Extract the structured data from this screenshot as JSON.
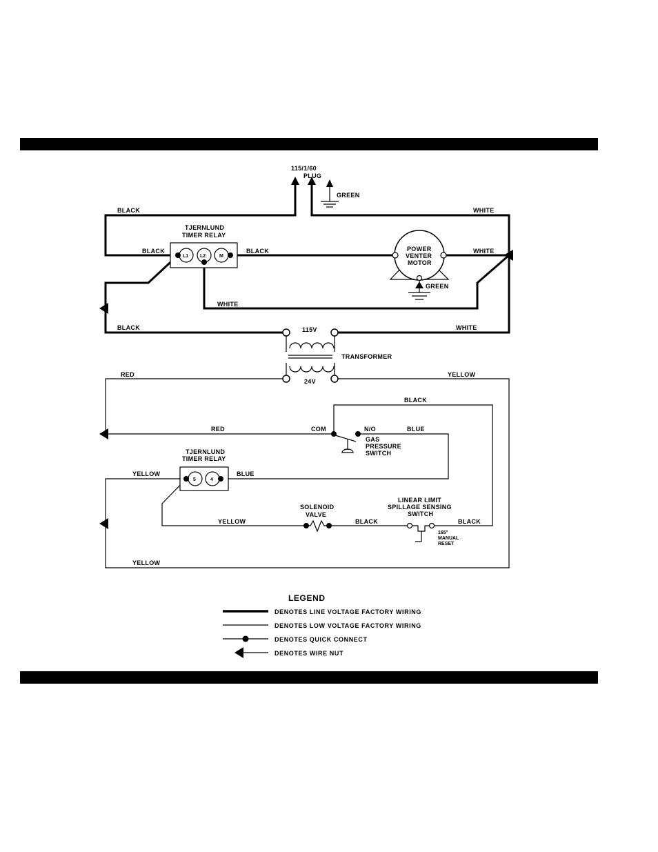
{
  "supply": {
    "rating": "115/1/60",
    "plug": "PLUG",
    "ground": "GREEN"
  },
  "line_wires": {
    "top_left": "BLACK",
    "top_right": "WHITE",
    "relay_left": "BLACK",
    "relay_right": "BLACK",
    "motor_right": "WHITE",
    "return_white": "WHITE",
    "bottom_left": "BLACK",
    "bottom_right": "WHITE"
  },
  "relay_top": {
    "title": "TJERNLUND",
    "subtitle": "TIMER RELAY",
    "terminals": [
      "L1",
      "L2",
      "M"
    ]
  },
  "motor": {
    "line1": "POWER",
    "line2": "VENTER",
    "line3": "MOTOR",
    "ground": "GREEN"
  },
  "transformer": {
    "primary": "115V",
    "secondary": "24V",
    "label": "TRANSFORMER"
  },
  "low_wires": {
    "red_top": "RED",
    "yellow_top": "YELLOW",
    "black_top": "BLACK",
    "red_mid": "RED",
    "com": "COM",
    "no": "N/O",
    "blue_mid": "BLUE",
    "yellow_relay": "YELLOW",
    "blue_relay": "BLUE",
    "yellow_solenoid": "YELLOW",
    "black_solenoid": "BLACK",
    "black_right": "BLACK",
    "yellow_bottom": "YELLOW"
  },
  "gas_switch": {
    "line1": "GAS",
    "line2": "PRESSURE",
    "line3": "SWITCH"
  },
  "relay_bottom": {
    "title": "TJERNLUND",
    "subtitle": "TIMER RELAY",
    "terminals": [
      "5",
      "4"
    ]
  },
  "solenoid": {
    "line1": "SOLENOID",
    "line2": "VALVE"
  },
  "limit_switch": {
    "line1": "LINEAR LIMIT",
    "line2": "SPILLAGE SENSING",
    "line3": "SWITCH",
    "temp": "165°",
    "manual": "MANUAL",
    "reset": "RESET"
  },
  "legend": {
    "title": "LEGEND",
    "items": [
      "DENOTES LINE VOLTAGE FACTORY WIRING",
      "DENOTES LOW VOLTAGE FACTORY WIRING",
      "DENOTES QUICK CONNECT",
      "DENOTES WIRE NUT"
    ]
  }
}
